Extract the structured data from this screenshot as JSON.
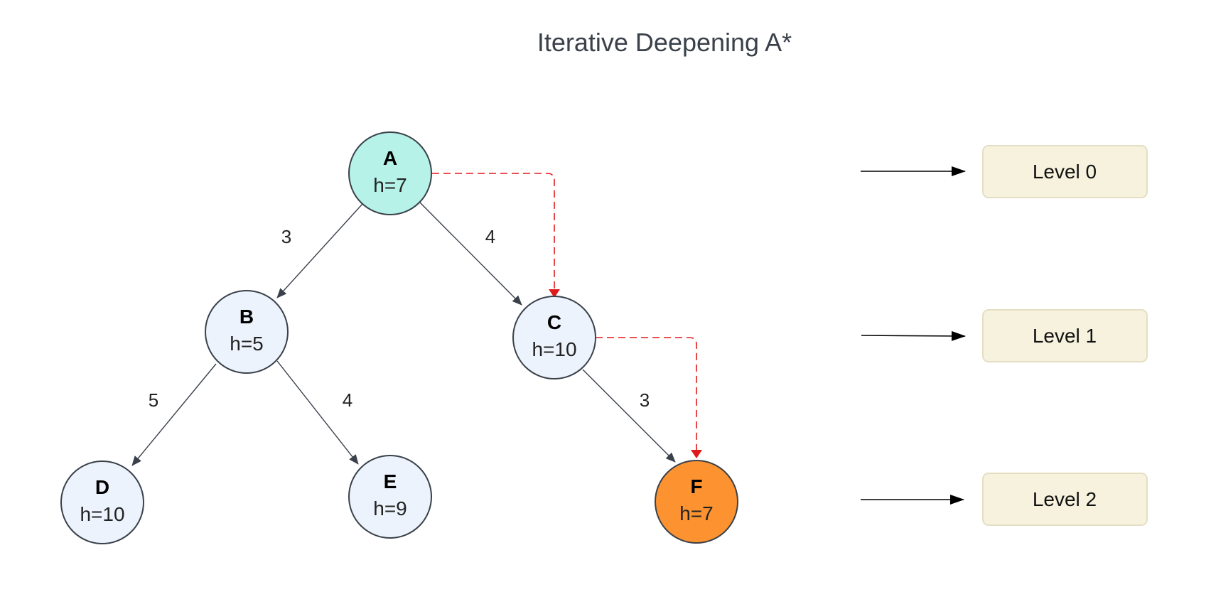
{
  "title": "Iterative Deepening A*",
  "colors": {
    "node_default": "#edf3fc",
    "node_start": "#b6f2e8",
    "node_goal": "#fd9330",
    "edge": "#3a414a",
    "search_path": "#e0191c",
    "level_box": "#f6f2de"
  },
  "nodes": {
    "A": {
      "name": "A",
      "h": "h=7"
    },
    "B": {
      "name": "B",
      "h": "h=5"
    },
    "C": {
      "name": "C",
      "h": "h=10"
    },
    "D": {
      "name": "D",
      "h": "h=10"
    },
    "E": {
      "name": "E",
      "h": "h=9"
    },
    "F": {
      "name": "F",
      "h": "h=7"
    }
  },
  "edges": {
    "A_B": {
      "weight": "3"
    },
    "A_C": {
      "weight": "4"
    },
    "B_D": {
      "weight": "5"
    },
    "B_E": {
      "weight": "4"
    },
    "C_F": {
      "weight": "3"
    }
  },
  "search_path": [
    "A",
    "C",
    "F"
  ],
  "levels": {
    "level0": "Level 0",
    "level1": "Level 1",
    "level2": "Level 2"
  }
}
